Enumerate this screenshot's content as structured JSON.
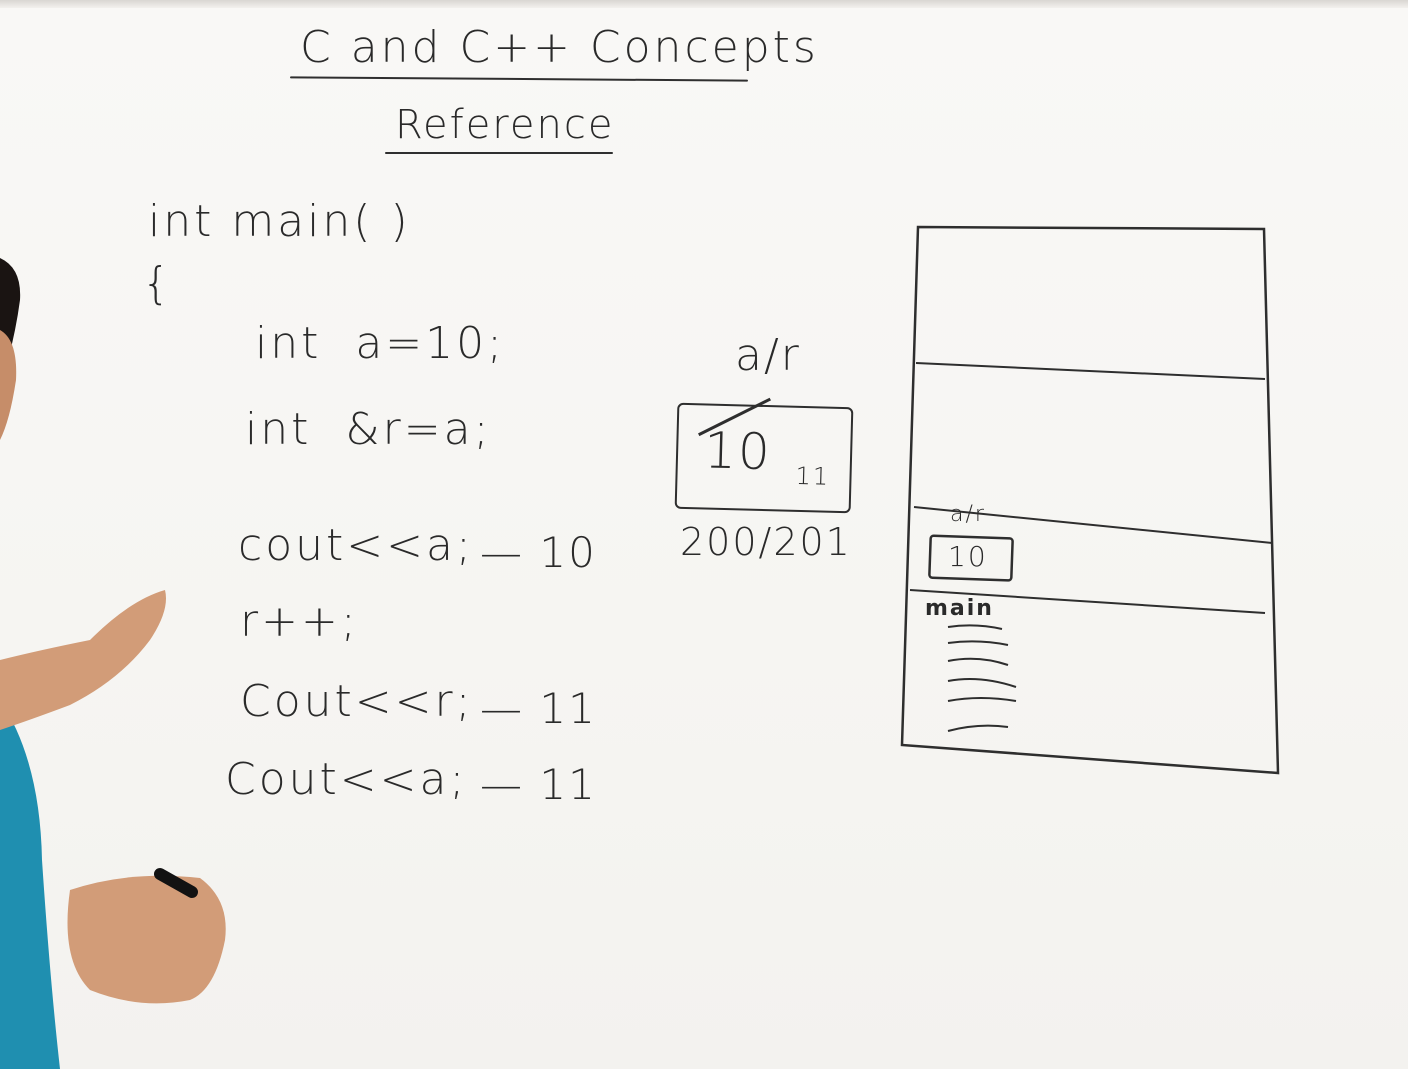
{
  "title": "C and C++ Concepts",
  "subtitle": "Reference",
  "code": {
    "line1": "int main( )",
    "line2": "{",
    "line3": "int  a=10;",
    "line4": "int  &r=a;",
    "line5": "cout<<a;",
    "line6": "r++;",
    "line7": "Cout<<r;",
    "line8": "Cout<<a;"
  },
  "outputs": {
    "out5": "— 10",
    "out7": "— 11",
    "out8": "— 11"
  },
  "memory": {
    "label": "a/r",
    "old_value": "10",
    "new_value": "11",
    "address": "200/201"
  },
  "stack": {
    "frame_label": "a/r",
    "frame_value": "10",
    "main_label": "main"
  },
  "colors": {
    "board": "#f7f5f3",
    "ink": "#2b2b2b",
    "shirt": "#1f8fb0",
    "skin": "#d29c78"
  }
}
